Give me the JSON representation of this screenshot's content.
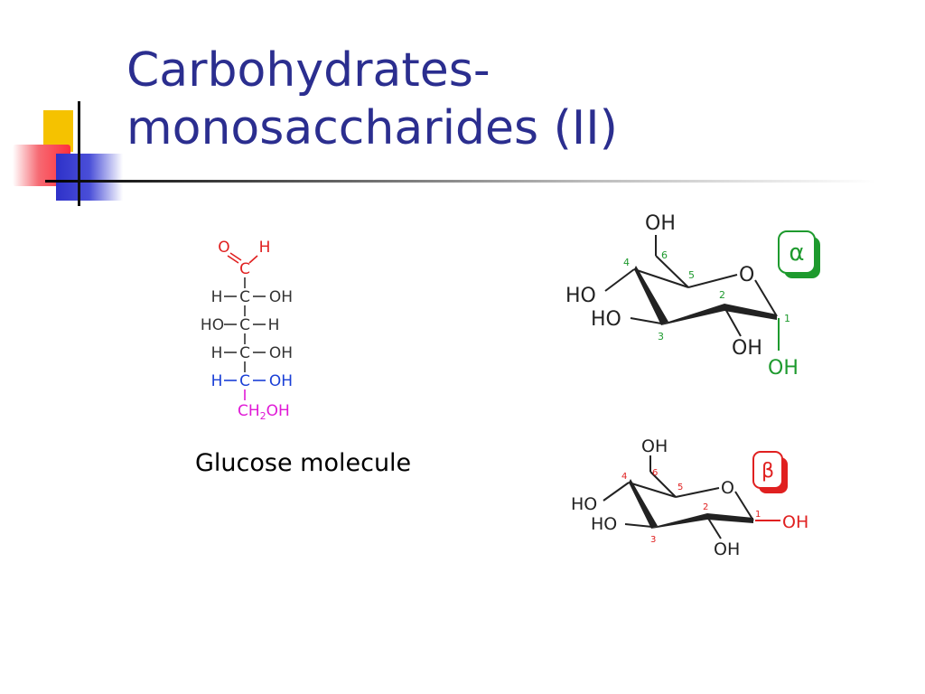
{
  "slide": {
    "title_line1": "Carbohydrates-",
    "title_line2": "monosaccharides (II)",
    "caption": "Glucose molecule"
  },
  "fischer": {
    "rows": [
      {
        "left": "",
        "center": "C",
        "right": "H",
        "top": "O"
      },
      {
        "left": "H",
        "center": "C",
        "right": "OH"
      },
      {
        "left": "HO",
        "center": "C",
        "right": "H"
      },
      {
        "left": "H",
        "center": "C",
        "right": "OH"
      },
      {
        "left": "H",
        "center": "C",
        "right": "OH"
      },
      {
        "left": "",
        "center": "CH2OH",
        "right": ""
      }
    ],
    "ch2oh_prefix": "CH",
    "ch2oh_sub": "2",
    "ch2oh_suffix": "OH",
    "colors": {
      "aldehyde": "#e02020",
      "default": "#333333",
      "c5": "#1a3fd6",
      "c6": "#e01ad6"
    }
  },
  "alpha": {
    "label": "α",
    "color": "#1e9a2e",
    "oh_top": "OH",
    "ho_left_upper": "HO",
    "ho_left_lower": "HO",
    "oh_c2": "OH",
    "oh_anomeric": "OH",
    "ring_o": "O",
    "numbers": [
      "1",
      "2",
      "3",
      "4",
      "5",
      "6"
    ]
  },
  "beta": {
    "label": "β",
    "color": "#e02020",
    "oh_top": "OH",
    "ho_left_upper": "HO",
    "ho_left_lower": "HO",
    "oh_c2": "OH",
    "oh_anomeric": "OH",
    "ring_o": "O",
    "numbers": [
      "1",
      "2",
      "3",
      "4",
      "5",
      "6"
    ]
  }
}
